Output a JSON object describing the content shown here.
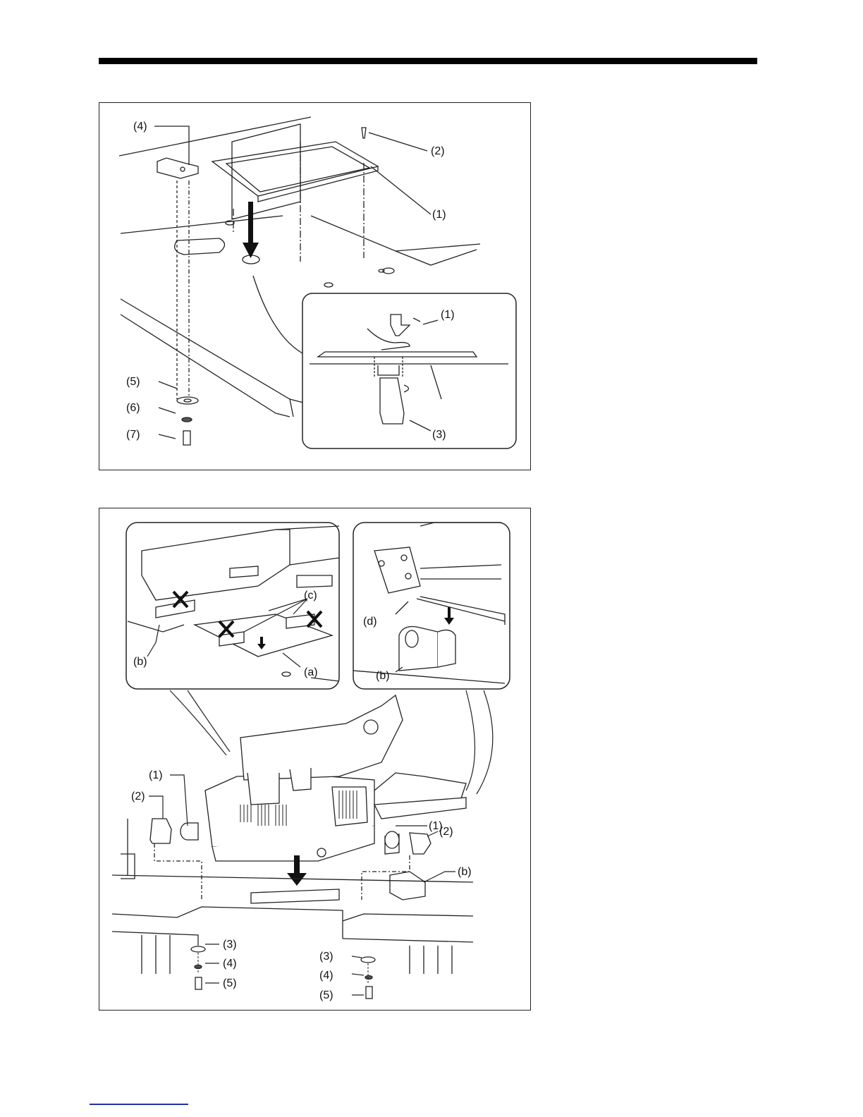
{
  "figure1": {
    "callouts": {
      "c1": "(1)",
      "c2": "(2)",
      "c3": "(3)",
      "c4": "(4)",
      "c5": "(5)",
      "c6": "(6)",
      "c7": "(7)",
      "c1_inset": "(1)"
    }
  },
  "figure2": {
    "inset_left": {
      "a": "(a)",
      "b": "(b)",
      "c": "(c)"
    },
    "inset_right": {
      "b": "(b)",
      "d": "(d)"
    },
    "callouts": {
      "l1": "(1)",
      "l2": "(2)",
      "l3": "(3)",
      "l4": "(4)",
      "l5": "(5)",
      "r1": "(1)",
      "r2": "(2)",
      "r3": "(3)",
      "r4": "(4)",
      "r5": "(5)",
      "rb": "(b)"
    }
  }
}
